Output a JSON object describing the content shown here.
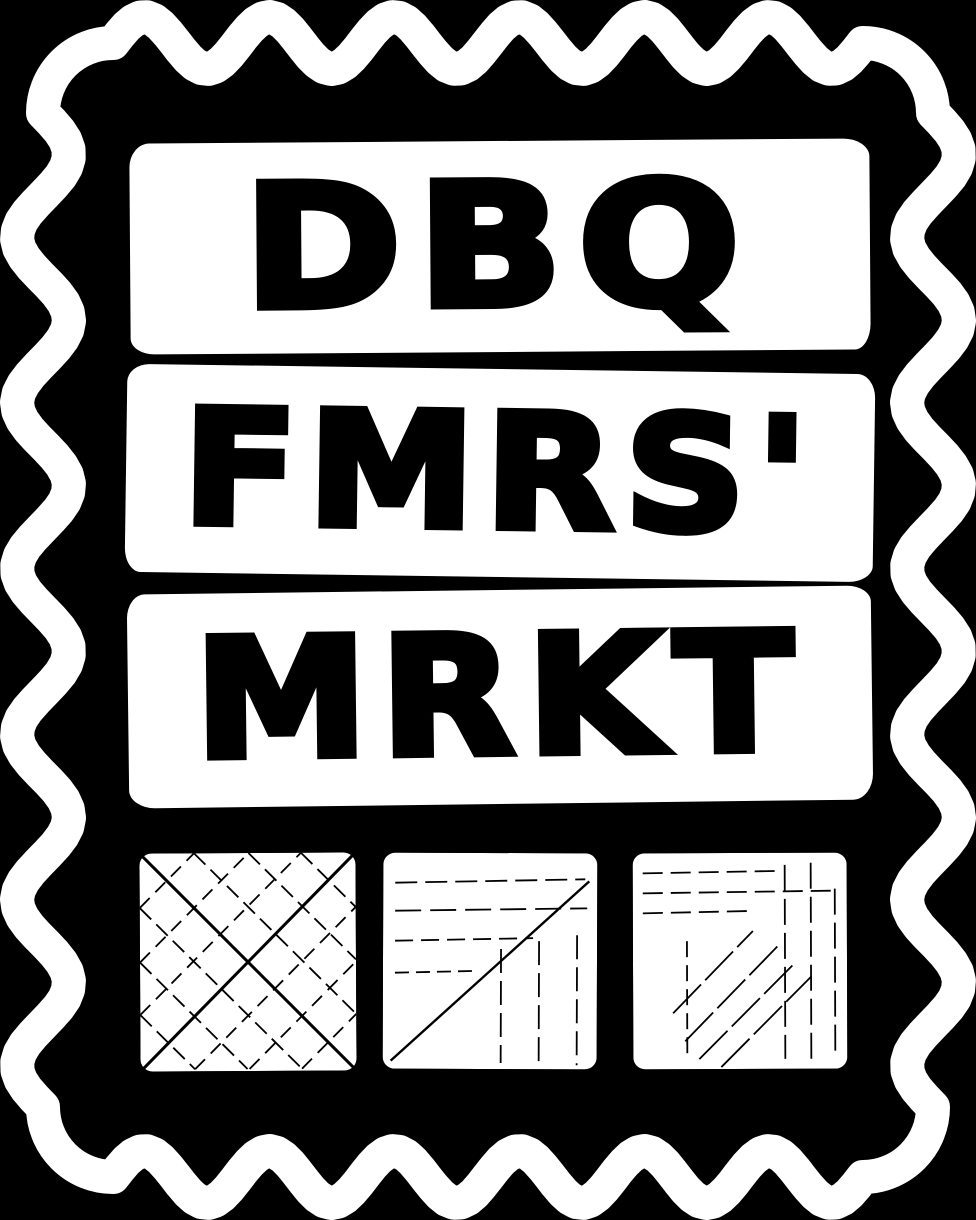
{
  "logo": {
    "title": "DBQ FMRS' MRKT stamp logo",
    "lines": [
      "DBQ",
      "FMRS'",
      "MRKT"
    ],
    "colors": {
      "background": "#000000",
      "foreground": "#ffffff"
    },
    "swatches": [
      {
        "pattern": "diagonal-crosshatch-weave"
      },
      {
        "pattern": "horizontal-rows-diagonal-vertical"
      },
      {
        "pattern": "horizontal-top-diagonal-center-vertical-right"
      }
    ]
  }
}
